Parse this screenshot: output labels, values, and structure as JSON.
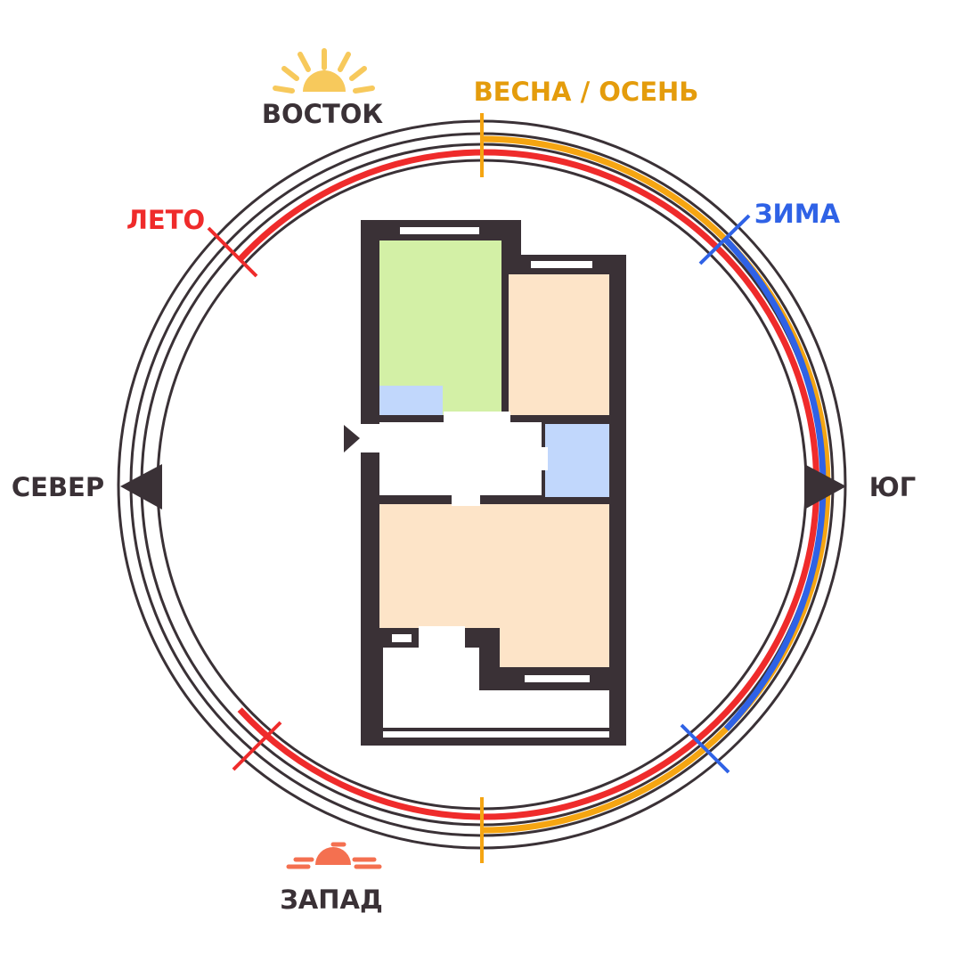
{
  "labels": {
    "east": "ВОСТОК",
    "seasons_equinox": "ВЕСНА / ОСЕНЬ",
    "summer": "ЛЕТО",
    "winter": "ЗИМА",
    "north": "СЕВЕР",
    "south": "ЮГ",
    "west": "ЗАПАД"
  },
  "colors": {
    "ink": "#3a3136",
    "summer": "#ef2b2b",
    "equinox": "#f5a512",
    "winter": "#2f62e6",
    "equinox_label": "#e49c0c",
    "sunrise": "#f7c95c",
    "sunset": "#f47050",
    "room_green": "#d3f0a6",
    "room_peach": "#fde4c8",
    "room_blue": "#c1d7fc",
    "wall": "#3a3136"
  },
  "icons": {
    "sunrise": "sunrise-icon",
    "sunset": "sunset-icon",
    "north_pointer": "triangle-left-icon",
    "south_pointer": "triangle-right-icon",
    "entrance": "triangle-right-icon"
  }
}
